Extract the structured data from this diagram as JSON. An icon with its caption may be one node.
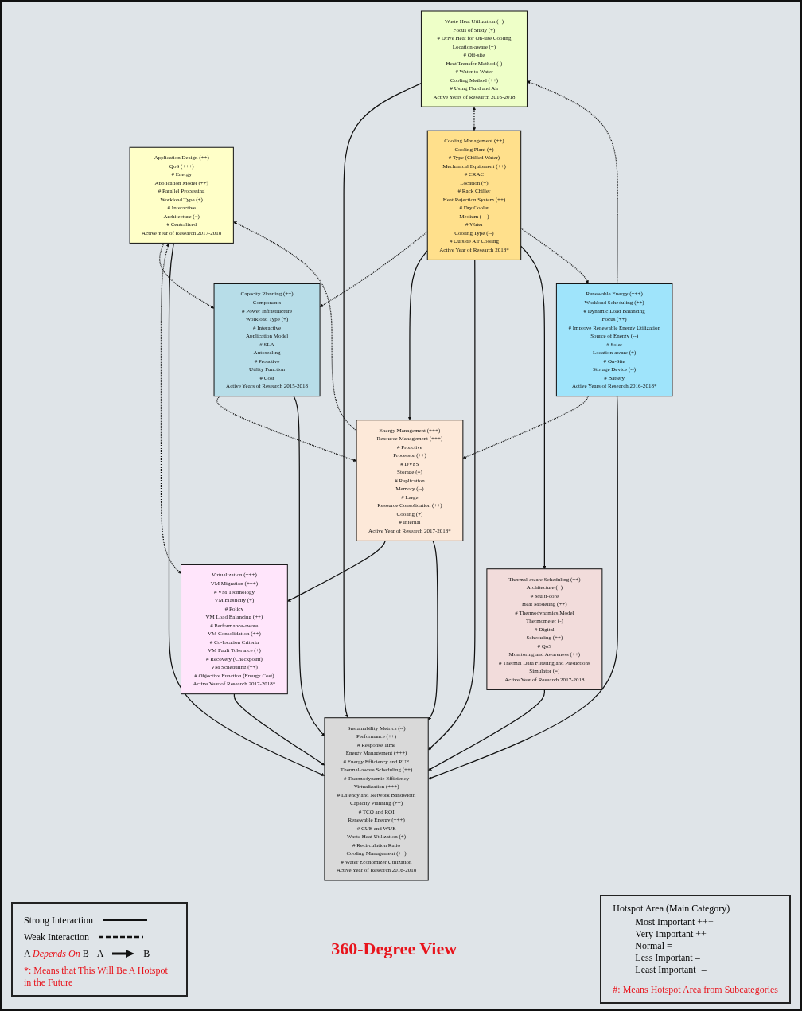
{
  "diagram": {
    "title": "360-Degree View",
    "nodes": [
      {
        "text": [
          "Application Design (++)",
          "QoS (+++)",
          "# Energy",
          "Application Model (++)",
          "# Parallel Processing",
          "Workload Type (+)",
          "# Interactive",
          "Architecture (=)",
          "# Centralized",
          "Active Year of Research 2017-2018"
        ]
      },
      {
        "text": [
          "Capacity Planning (++)",
          "Components",
          "# Power Infrastructure",
          "Workload Type (+)",
          "# Interactive",
          "Application Model",
          "# SLA",
          "Autoscaling",
          "# Proactive",
          "Utility Function",
          "# Cost",
          "Active Years of Research 2015-2018"
        ]
      },
      {
        "text": [
          "Energy Management (+++)",
          "Resource Management (+++)",
          "# Proactive",
          "Processor (++)",
          "# DVFS",
          "Storage (=)",
          "# Replication",
          "Memory (--)",
          "# Large",
          "Resource Consolidation (++)",
          "Cooling (+)",
          "# Internal",
          "Active Year of Research 2017-2018*"
        ]
      },
      {
        "text": [
          "Virtualization (+++)",
          "VM Migration (+++)",
          "# VM Technology",
          "VM Elasticity (+)",
          "# Policy",
          "VM Load Balancing (++)",
          "# Performance-aware",
          "VM Consolidation (++)",
          "# Co-location Criteria",
          "VM Fault Tolerance (+)",
          "# Recovery (Checkpoint)",
          "VM Scheduling (++)",
          "# Objective Function (Energy Cost)",
          "Active Year of Research 2017-2018*"
        ]
      },
      {
        "text": [
          "Sustainability Metrics (--)",
          "Performance (++)",
          "# Response Time",
          "Energy Management (+++)",
          "# Energy Efficiency and PUE",
          "Thermal-aware Scheduling (++)",
          "# Thermodynamic Efficiency",
          "Virtualization (+++)",
          "# Latency and Network Bandwidth",
          "Capacity Planning (++)",
          "# TCO and ROI",
          "Renewable Energy (+++)",
          "# CUE and WUE",
          "Waste Heat Utilization (+)",
          "# Recirculation Ratio",
          "Cooling Management (++)",
          "# Water Economizer Utilization",
          "Active Year of Research 2016-2018"
        ]
      },
      {
        "text": [
          "Thermal-aware Scheduling (++)",
          "Architecture (+)",
          "# Multi-core",
          "Heat Modeling (++)",
          "# Thermodynamics Model",
          "Thermometer (-)",
          "# Digital",
          "Scheduling (++)",
          "# QoS",
          "Monitoring and Awareness (++)",
          "# Thermal Data Filtering and Predictions",
          "Simulator (=)",
          "Active Year of Research 2017-2018"
        ]
      },
      {
        "text": [
          "Waste Heat Utilization (+)",
          "Focus of Study (+)",
          "# Drive Heat for On-site Cooling",
          "Location-aware (+)",
          "# Off-site",
          "Heat Transfer Method (-)",
          "# Water to Water",
          "Cooling Method (++)",
          "# Using Fluid and Air",
          "Active Years of Research 2016-2018"
        ]
      },
      {
        "text": [
          "Renewable Energy (+++)",
          "Workload Scheduling (++)",
          "# Dynamic Load Balancing",
          "Focus (++)",
          "# Improve Renewable Energy Utilization",
          "Source of Energy (--)",
          "# Solar",
          "Location-aware (+)",
          "# On-Site",
          "Storage Device (--)",
          "# Battery",
          "Active Years of Research 2016-2018*"
        ]
      },
      {
        "text": [
          "Cooling Management (++)",
          "Cooling Plant (+)",
          "# Type (Chilled Water)",
          "Mechanical Equipment (++)",
          "# CRAC",
          "Location (+)",
          "# Rack Chiller",
          "Heat Rejection System (++)",
          "# Dry Cooler",
          "Medium (---)",
          "# Water",
          "Cooling Type (--)",
          "# Outside Air Cooling",
          "Active Year of Research 2018*"
        ]
      }
    ],
    "edges": [
      {
        "from": 2,
        "to": 3,
        "arrow": "to"
      },
      {
        "from": 2,
        "to": 0,
        "arrow": "to",
        "style": "dashed"
      },
      {
        "from": 0,
        "to": 1,
        "arrow": "to",
        "style": "dashed"
      },
      {
        "from": 1,
        "to": 2,
        "arrow": "to",
        "style": "dashed"
      },
      {
        "from": 0,
        "to": 3,
        "arrow": "both",
        "style": "dashed"
      },
      {
        "from": 0,
        "to": 4,
        "arrow": "to"
      },
      {
        "from": 1,
        "to": 4,
        "arrow": "to"
      },
      {
        "from": 8,
        "to": 1,
        "arrow": "to",
        "style": "dashed"
      },
      {
        "from": 8,
        "to": 2,
        "arrow": "to"
      },
      {
        "from": 7,
        "to": 2,
        "arrow": "to",
        "style": "dashed"
      },
      {
        "from": 2,
        "to": 4,
        "arrow": "to"
      },
      {
        "from": 7,
        "to": 4,
        "arrow": "to"
      },
      {
        "from": 6,
        "to": 4,
        "arrow": "to"
      },
      {
        "from": 3,
        "to": 4,
        "arrow": "to"
      },
      {
        "from": 5,
        "to": 4,
        "arrow": "to"
      },
      {
        "from": 8,
        "to": 4,
        "arrow": "to"
      },
      {
        "from": 8,
        "to": 5,
        "arrow": "to"
      },
      {
        "from": 6,
        "to": 8,
        "arrow": "both",
        "style": "dashed"
      },
      {
        "from": 7,
        "to": 6,
        "arrow": "to",
        "style": "dashed"
      },
      {
        "from": 8,
        "to": 7,
        "arrow": "to",
        "style": "dashed"
      }
    ],
    "labels": [
      "A",
      "B",
      "*: Means that This Will Be A Hotspot in the Future",
      "Hotspot Area (Main Category)",
      "Most Important +++",
      "Very Important ++",
      "Normal =",
      "Less Important –",
      "Least Important -–",
      "#: Means Hotspot Area from Subcategories"
    ],
    "legend": [
      {
        "text": "Strong Interaction"
      },
      {
        "text": "Weak Interaction"
      },
      {
        "text": "A *Depends On* B"
      }
    ]
  }
}
